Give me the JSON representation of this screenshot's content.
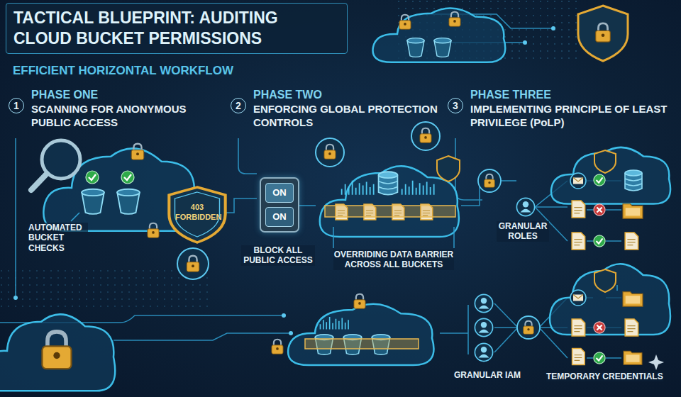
{
  "diagram": {
    "title": "TACTICAL BLUEPRINT: AUDITING CLOUD BUCKET PERMISSIONS",
    "nodes": [
      {
        "text": [
          "1",
          "PHASE ONE",
          "SCANNING FOR ANONYMOUS PUBLIC ACCESS"
        ]
      },
      {
        "text": [
          "2",
          "PHASE TWO",
          "ENFORCING GLOBAL PROTECTION CONTROLS"
        ]
      },
      {
        "text": [
          "3",
          "PHASE THREE",
          "IMPLEMENTING PRINCIPLE OF LEAST PRIVILEGE (PoLP)"
        ]
      },
      {
        "text": [
          "403 FORBIDDEN"
        ]
      },
      {
        "text": [
          "ON",
          "ON"
        ]
      }
    ],
    "labels": [
      "EFFICIENT HORIZONTAL WORKFLOW",
      "AUTOMATED BUCKET CHECKS",
      "BLOCK ALL PUBLIC ACCESS",
      "OVERRIDING DATA BARRIER ACROSS ALL BUCKETS",
      "GRANULAR ROLES",
      "GRANULAR IAM",
      "TEMPORARY CREDENTIALS"
    ]
  }
}
